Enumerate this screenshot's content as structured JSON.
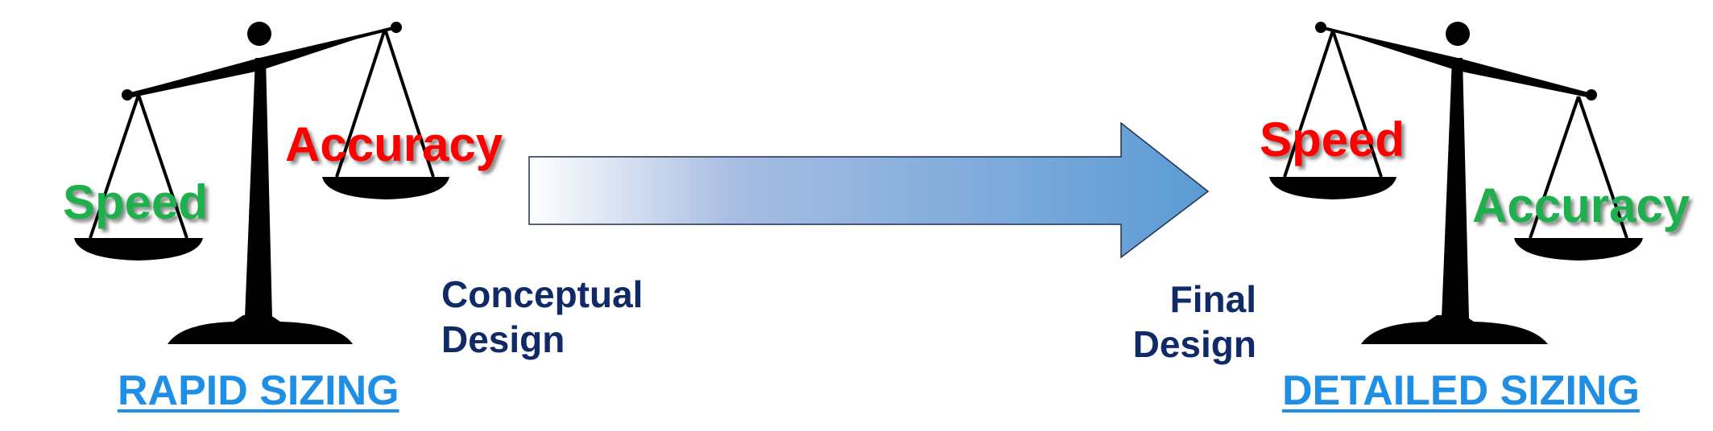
{
  "left_scale": {
    "light_pan_label": "Accuracy",
    "heavy_pan_label": "Speed",
    "title": "RAPID SIZING"
  },
  "right_scale": {
    "light_pan_label": "Speed",
    "heavy_pan_label": "Accuracy",
    "title": "DETAILED SIZING"
  },
  "arrow": {
    "gradient_start": "#ffffff",
    "gradient_end": "#5b9bd5",
    "start_label_line1": "Conceptual",
    "start_label_line2": "Design",
    "end_label_line1": "Final",
    "end_label_line2": "Design"
  },
  "colors": {
    "speed_left": "#1fb04e",
    "accuracy_left": "#ff0000",
    "speed_right": "#ff0000",
    "accuracy_right": "#1fb04e",
    "stage_text": "#0f2a66",
    "title_text": "#1f8fe6"
  }
}
